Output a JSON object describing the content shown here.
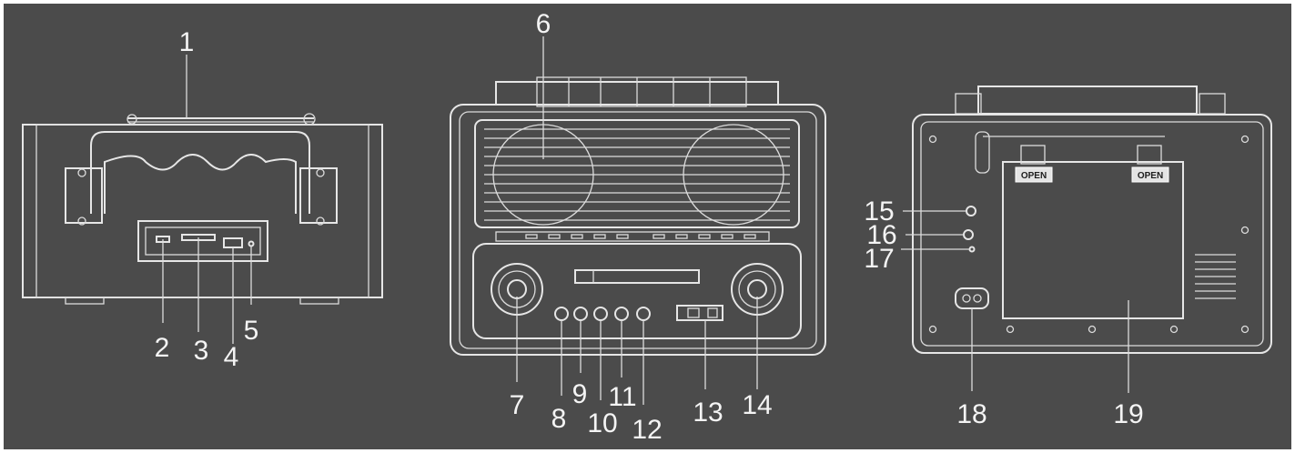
{
  "colors": {
    "background": "#4b4b4b",
    "line": "#e6e6e6",
    "frame": "#ffffff"
  },
  "callouts": {
    "c1": "1",
    "c2": "2",
    "c3": "3",
    "c4": "4",
    "c5": "5",
    "c6": "6",
    "c7": "7",
    "c8": "8",
    "c9": "9",
    "c10": "10",
    "c11": "11",
    "c12": "12",
    "c13": "13",
    "c14": "14",
    "c15": "15",
    "c16": "16",
    "c17": "17",
    "c18": "18",
    "c19": "19"
  },
  "back_view": {
    "open_label_left": "OPEN",
    "open_label_right": "OPEN"
  }
}
